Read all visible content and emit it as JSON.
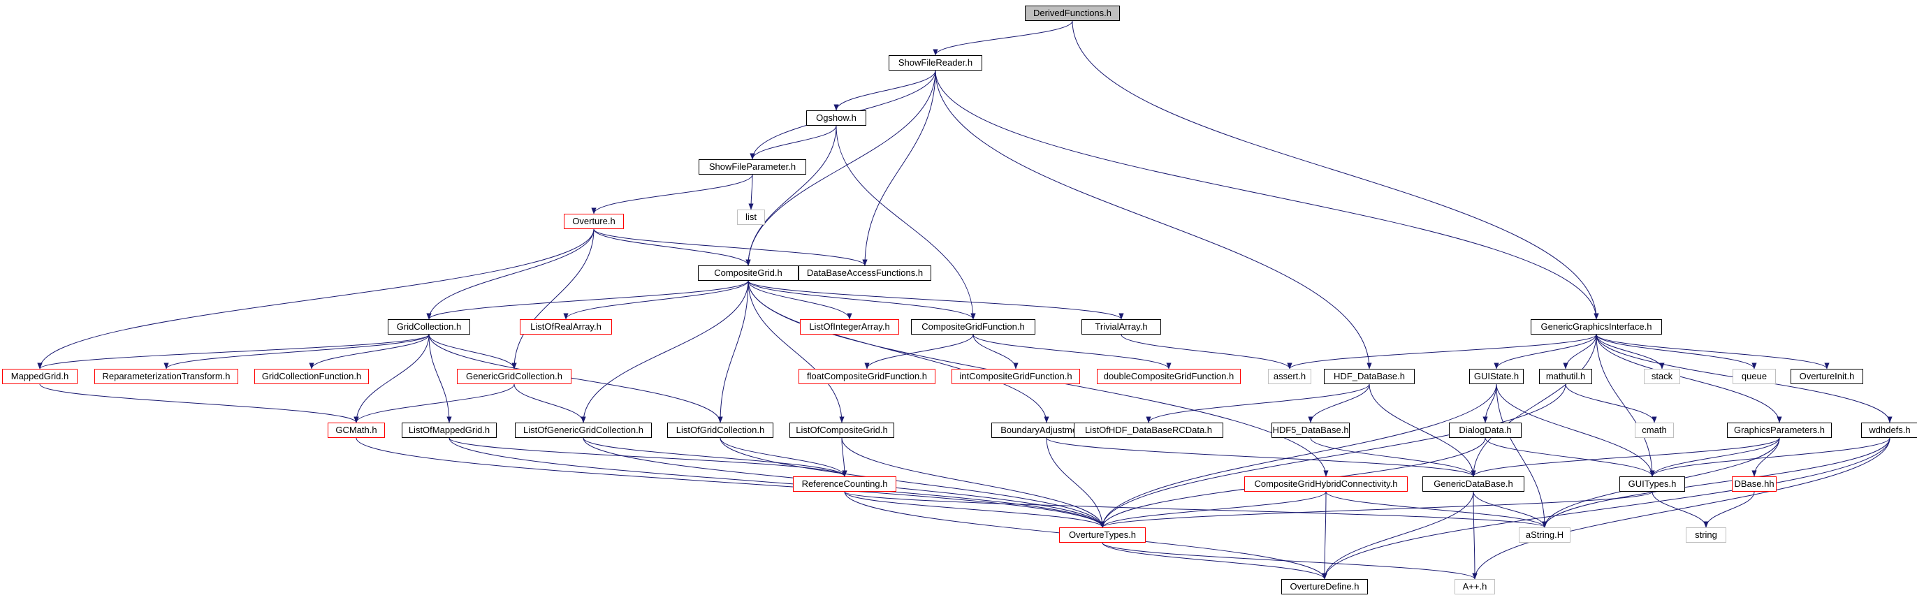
{
  "colors": {
    "edge": "#191970",
    "node_border": "#000000",
    "incomplete_border": "#ff0000",
    "external_border": "#bfbfbf",
    "root_fill": "#bfbfbf"
  },
  "nodes": {
    "DerivedFunctions": {
      "label": "DerivedFunctions.h",
      "kind": "root"
    },
    "ShowFileReader": {
      "label": "ShowFileReader.h",
      "kind": "normal"
    },
    "Ogshow": {
      "label": "Ogshow.h",
      "kind": "normal"
    },
    "ShowFileParameter": {
      "label": "ShowFileParameter.h",
      "kind": "normal"
    },
    "list": {
      "label": "list",
      "kind": "external"
    },
    "Overture": {
      "label": "Overture.h",
      "kind": "red"
    },
    "CompositeGrid": {
      "label": "CompositeGrid.h",
      "kind": "normal"
    },
    "DataBaseAccessFunctions": {
      "label": "DataBaseAccessFunctions.h",
      "kind": "normal"
    },
    "GridCollection": {
      "label": "GridCollection.h",
      "kind": "normal"
    },
    "ListOfRealArray": {
      "label": "ListOfRealArray.h",
      "kind": "red"
    },
    "ListOfIntegerArray": {
      "label": "ListOfIntegerArray.h",
      "kind": "red"
    },
    "CompositeGridFunction": {
      "label": "CompositeGridFunction.h",
      "kind": "normal"
    },
    "TrivialArray": {
      "label": "TrivialArray.h",
      "kind": "normal"
    },
    "GenericGraphicsInterface": {
      "label": "GenericGraphicsInterface.h",
      "kind": "normal"
    },
    "MappedGrid": {
      "label": "MappedGrid.h",
      "kind": "red"
    },
    "ReparameterizationTransform": {
      "label": "ReparameterizationTransform.h",
      "kind": "red"
    },
    "GridCollectionFunction": {
      "label": "GridCollectionFunction.h",
      "kind": "red"
    },
    "GenericGridCollection": {
      "label": "GenericGridCollection.h",
      "kind": "red"
    },
    "floatCompositeGridFunction": {
      "label": "floatCompositeGridFunction.h",
      "kind": "red"
    },
    "intCompositeGridFunction": {
      "label": "intCompositeGridFunction.h",
      "kind": "red"
    },
    "doubleCompositeGridFunction": {
      "label": "doubleCompositeGridFunction.h",
      "kind": "red"
    },
    "assert": {
      "label": "assert.h",
      "kind": "external"
    },
    "HDF_DataBase": {
      "label": "HDF_DataBase.h",
      "kind": "normal"
    },
    "GUIState": {
      "label": "GUIState.h",
      "kind": "normal"
    },
    "mathutil": {
      "label": "mathutil.h",
      "kind": "normal"
    },
    "stack": {
      "label": "stack",
      "kind": "external"
    },
    "queue": {
      "label": "queue",
      "kind": "external"
    },
    "OvertureInit": {
      "label": "OvertureInit.h",
      "kind": "normal"
    },
    "GCMath": {
      "label": "GCMath.h",
      "kind": "red"
    },
    "ListOfMappedGrid": {
      "label": "ListOfMappedGrid.h",
      "kind": "normal"
    },
    "ListOfGenericGridCollection": {
      "label": "ListOfGenericGridCollection.h",
      "kind": "normal"
    },
    "ListOfGridCollection": {
      "label": "ListOfGridCollection.h",
      "kind": "normal"
    },
    "ListOfCompositeGrid": {
      "label": "ListOfCompositeGrid.h",
      "kind": "normal"
    },
    "BoundaryAdjustment": {
      "label": "BoundaryAdjustment.h",
      "kind": "normal"
    },
    "ListOfHDF_DataBaseRCData": {
      "label": "ListOfHDF_DataBaseRCData.h",
      "kind": "normal"
    },
    "HDF5_DataBase": {
      "label": "HDF5_DataBase.h",
      "kind": "normal"
    },
    "DialogData": {
      "label": "DialogData.h",
      "kind": "normal"
    },
    "cmath": {
      "label": "cmath",
      "kind": "external"
    },
    "GraphicsParameters": {
      "label": "GraphicsParameters.h",
      "kind": "normal"
    },
    "wdhdefs": {
      "label": "wdhdefs.h",
      "kind": "normal"
    },
    "ReferenceCounting": {
      "label": "ReferenceCounting.h",
      "kind": "red"
    },
    "CompositeGridHybridConnectivity": {
      "label": "CompositeGridHybridConnectivity.h",
      "kind": "red"
    },
    "GenericDataBase": {
      "label": "GenericDataBase.h",
      "kind": "normal"
    },
    "GUITypes": {
      "label": "GUITypes.h",
      "kind": "normal"
    },
    "DBase": {
      "label": "DBase.hh",
      "kind": "red"
    },
    "OvertureTypes": {
      "label": "OvertureTypes.h",
      "kind": "red"
    },
    "aString": {
      "label": "aString.H",
      "kind": "external"
    },
    "string": {
      "label": "string",
      "kind": "external"
    },
    "OvertureDefine": {
      "label": "OvertureDefine.h",
      "kind": "normal"
    },
    "App": {
      "label": "A++.h",
      "kind": "external"
    }
  },
  "edges": [
    [
      "DerivedFunctions",
      "ShowFileReader"
    ],
    [
      "DerivedFunctions",
      "GenericGraphicsInterface"
    ],
    [
      "ShowFileReader",
      "Ogshow"
    ],
    [
      "ShowFileReader",
      "ShowFileParameter"
    ],
    [
      "ShowFileReader",
      "CompositeGrid"
    ],
    [
      "ShowFileReader",
      "DataBaseAccessFunctions"
    ],
    [
      "ShowFileReader",
      "HDF_DataBase"
    ],
    [
      "ShowFileReader",
      "GenericGraphicsInterface"
    ],
    [
      "Ogshow",
      "ShowFileParameter"
    ],
    [
      "Ogshow",
      "CompositeGrid"
    ],
    [
      "Ogshow",
      "CompositeGridFunction"
    ],
    [
      "ShowFileParameter",
      "list"
    ],
    [
      "ShowFileParameter",
      "Overture"
    ],
    [
      "Overture",
      "CompositeGrid"
    ],
    [
      "Overture",
      "DataBaseAccessFunctions"
    ],
    [
      "Overture",
      "GridCollection"
    ],
    [
      "Overture",
      "GenericGridCollection"
    ],
    [
      "Overture",
      "MappedGrid"
    ],
    [
      "CompositeGrid",
      "GridCollection"
    ],
    [
      "CompositeGrid",
      "ListOfRealArray"
    ],
    [
      "CompositeGrid",
      "ListOfIntegerArray"
    ],
    [
      "CompositeGrid",
      "CompositeGridFunction"
    ],
    [
      "CompositeGrid",
      "TrivialArray"
    ],
    [
      "CompositeGrid",
      "ListOfGenericGridCollection"
    ],
    [
      "CompositeGrid",
      "ListOfGridCollection"
    ],
    [
      "CompositeGrid",
      "ListOfCompositeGrid"
    ],
    [
      "CompositeGrid",
      "BoundaryAdjustment"
    ],
    [
      "CompositeGrid",
      "CompositeGridHybridConnectivity"
    ],
    [
      "GridCollection",
      "MappedGrid"
    ],
    [
      "GridCollection",
      "ReparameterizationTransform"
    ],
    [
      "GridCollection",
      "GridCollectionFunction"
    ],
    [
      "GridCollection",
      "GenericGridCollection"
    ],
    [
      "GridCollection",
      "GCMath"
    ],
    [
      "GridCollection",
      "ListOfMappedGrid"
    ],
    [
      "GridCollection",
      "ListOfGridCollection"
    ],
    [
      "CompositeGridFunction",
      "floatCompositeGridFunction"
    ],
    [
      "CompositeGridFunction",
      "intCompositeGridFunction"
    ],
    [
      "CompositeGridFunction",
      "doubleCompositeGridFunction"
    ],
    [
      "TrivialArray",
      "assert"
    ],
    [
      "GenericGraphicsInterface",
      "assert"
    ],
    [
      "GenericGraphicsInterface",
      "GUIState"
    ],
    [
      "GenericGraphicsInterface",
      "mathutil"
    ],
    [
      "GenericGraphicsInterface",
      "stack"
    ],
    [
      "GenericGraphicsInterface",
      "queue"
    ],
    [
      "GenericGraphicsInterface",
      "OvertureInit"
    ],
    [
      "GenericGraphicsInterface",
      "GraphicsParameters"
    ],
    [
      "GenericGraphicsInterface",
      "wdhdefs"
    ],
    [
      "GenericGraphicsInterface",
      "GUITypes"
    ],
    [
      "GenericGraphicsInterface",
      "GenericDataBase"
    ],
    [
      "MappedGrid",
      "GCMath"
    ],
    [
      "GenericGridCollection",
      "GCMath"
    ],
    [
      "GenericGridCollection",
      "ListOfGenericGridCollection"
    ],
    [
      "GCMath",
      "OvertureTypes"
    ],
    [
      "ListOfMappedGrid",
      "ReferenceCounting"
    ],
    [
      "ListOfMappedGrid",
      "OvertureTypes"
    ],
    [
      "ListOfGenericGridCollection",
      "ReferenceCounting"
    ],
    [
      "ListOfGenericGridCollection",
      "OvertureTypes"
    ],
    [
      "ListOfGridCollection",
      "ReferenceCounting"
    ],
    [
      "ListOfGridCollection",
      "OvertureTypes"
    ],
    [
      "ListOfCompositeGrid",
      "ReferenceCounting"
    ],
    [
      "ListOfCompositeGrid",
      "OvertureTypes"
    ],
    [
      "BoundaryAdjustment",
      "OvertureTypes"
    ],
    [
      "BoundaryAdjustment",
      "GenericDataBase"
    ],
    [
      "HDF_DataBase",
      "ListOfHDF_DataBaseRCData"
    ],
    [
      "HDF_DataBase",
      "HDF5_DataBase"
    ],
    [
      "HDF_DataBase",
      "GenericDataBase"
    ],
    [
      "HDF5_DataBase",
      "GenericDataBase"
    ],
    [
      "GUIState",
      "DialogData"
    ],
    [
      "GUIState",
      "GUITypes"
    ],
    [
      "GUIState",
      "aString"
    ],
    [
      "GUIState",
      "OvertureTypes"
    ],
    [
      "DialogData",
      "GUITypes"
    ],
    [
      "DialogData",
      "OvertureTypes"
    ],
    [
      "mathutil",
      "cmath"
    ],
    [
      "mathutil",
      "OvertureTypes"
    ],
    [
      "GraphicsParameters",
      "GUITypes"
    ],
    [
      "GraphicsParameters",
      "DBase"
    ],
    [
      "GraphicsParameters",
      "aString"
    ],
    [
      "GraphicsParameters",
      "GenericDataBase"
    ],
    [
      "wdhdefs",
      "GUITypes"
    ],
    [
      "wdhdefs",
      "aString"
    ],
    [
      "wdhdefs",
      "App"
    ],
    [
      "wdhdefs",
      "OvertureDefine"
    ],
    [
      "ReferenceCounting",
      "OvertureTypes"
    ],
    [
      "ReferenceCounting",
      "aString"
    ],
    [
      "ReferenceCounting",
      "OvertureDefine"
    ],
    [
      "CompositeGridHybridConnectivity",
      "OvertureTypes"
    ],
    [
      "CompositeGridHybridConnectivity",
      "aString"
    ],
    [
      "CompositeGridHybridConnectivity",
      "OvertureDefine"
    ],
    [
      "GenericDataBase",
      "aString"
    ],
    [
      "GenericDataBase",
      "App"
    ],
    [
      "GenericDataBase",
      "OvertureDefine"
    ],
    [
      "GUITypes",
      "string"
    ],
    [
      "GUITypes",
      "OvertureTypes"
    ],
    [
      "DBase",
      "string"
    ],
    [
      "OvertureTypes",
      "OvertureDefine"
    ],
    [
      "OvertureTypes",
      "App"
    ]
  ]
}
